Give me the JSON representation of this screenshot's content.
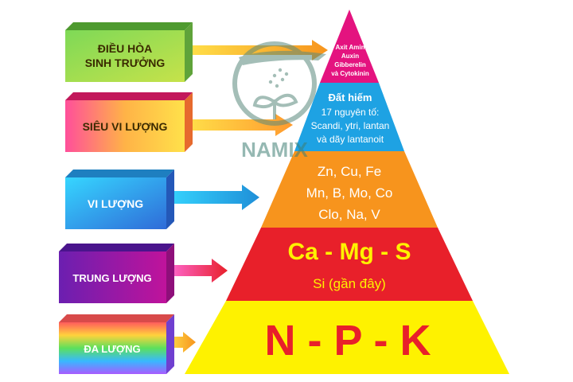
{
  "logo": {
    "text": "NAMIX"
  },
  "left_labels": [
    {
      "id": "dieu-hoa",
      "lines": [
        "ĐIỀU HÒA",
        "SINH TRƯỞNG"
      ]
    },
    {
      "id": "sieu-vi-luong",
      "lines": [
        "SIÊU VI LƯỢNG"
      ]
    },
    {
      "id": "vi-luong",
      "lines": [
        "VI LƯỢNG"
      ]
    },
    {
      "id": "trung-luong",
      "lines": [
        "TRUNG LƯỢNG"
      ]
    },
    {
      "id": "da-luong",
      "lines": [
        "ĐA LƯỢNG"
      ]
    }
  ],
  "tiers": [
    {
      "id": "top",
      "color": "#e4137f",
      "lines": [
        "Axit Amin",
        "Auxin",
        "Gibberelin",
        "và Cytokinin"
      ]
    },
    {
      "id": "rare",
      "color": "#1ea2e3",
      "lines": [
        "Đất hiếm",
        "17 nguyên tố:",
        "Scandi, ytri, lantan",
        "và dãy lantanoit"
      ]
    },
    {
      "id": "micro",
      "color": "#f7941d",
      "lines": [
        "Zn, Cu, Fe",
        "Mn, B, Mo, Co",
        "Clo, Na, V"
      ]
    },
    {
      "id": "secondary",
      "color": "#e8202a",
      "lines": [
        "Ca - Mg - S",
        "Si (gần đây)"
      ]
    },
    {
      "id": "macro",
      "color": "#fef200",
      "lines": [
        "N - P - K"
      ]
    }
  ]
}
